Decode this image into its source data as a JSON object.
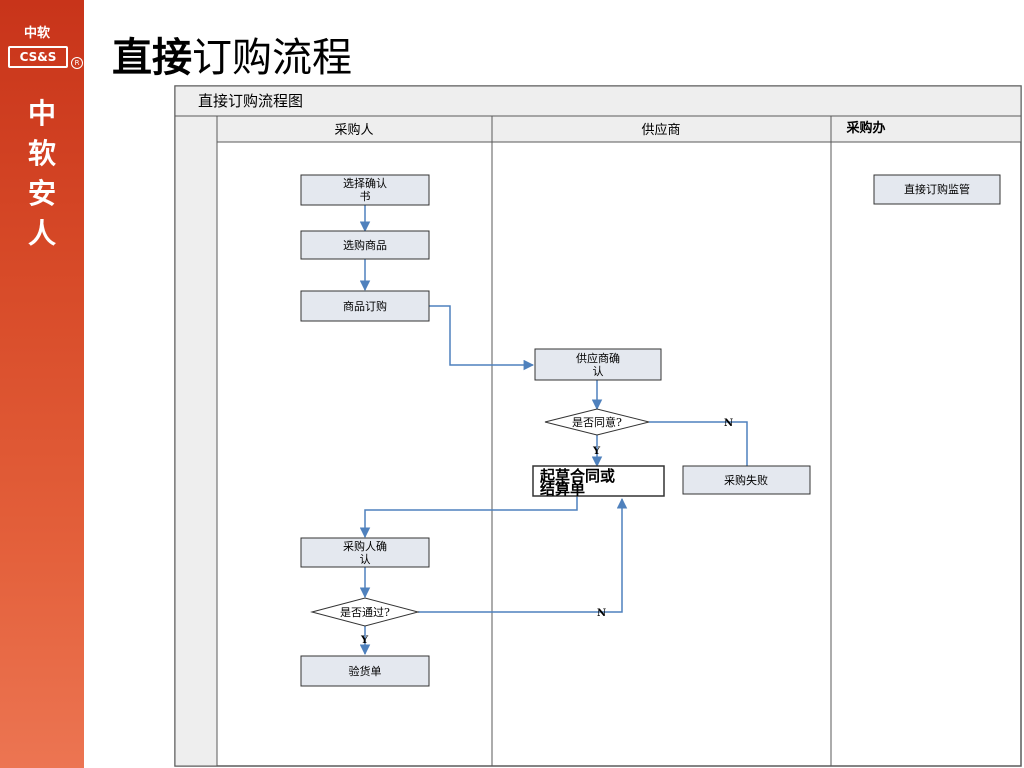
{
  "sidebar": {
    "logo_top": "中软",
    "logo_box": "CS&S",
    "logo_reg": "R",
    "vertical_text": [
      "中",
      "软",
      "安",
      "人"
    ]
  },
  "page": {
    "title_bold": "直接",
    "title_rest": "订购流程"
  },
  "diagram": {
    "title": "直接订购流程图",
    "lanes": [
      "采购人",
      "供应商",
      "采购办"
    ],
    "nodes": {
      "select_confirm": [
        "选择确认",
        "书"
      ],
      "select_goods": "选购商品",
      "order_goods": "商品订购",
      "supplier_confirm": [
        "供应商确",
        "认"
      ],
      "agree_decision": "是否同意?",
      "draft_contract": [
        "起草合同或",
        "结算单"
      ],
      "purchase_fail": "采购失败",
      "buyer_confirm": [
        "采购人确",
        "认"
      ],
      "pass_decision": "是否通过?",
      "inspection": "验货单",
      "supervision": "直接订购监管"
    },
    "edge_labels": {
      "agree_no": "N",
      "agree_yes": "Y",
      "pass_no": "N",
      "pass_yes": "Y"
    }
  },
  "colors": {
    "sidebar": "#d74a28",
    "node_fill": "#e4e8ef",
    "edge": "#4f81bd",
    "lane_header_fill": "#eeeeee"
  }
}
